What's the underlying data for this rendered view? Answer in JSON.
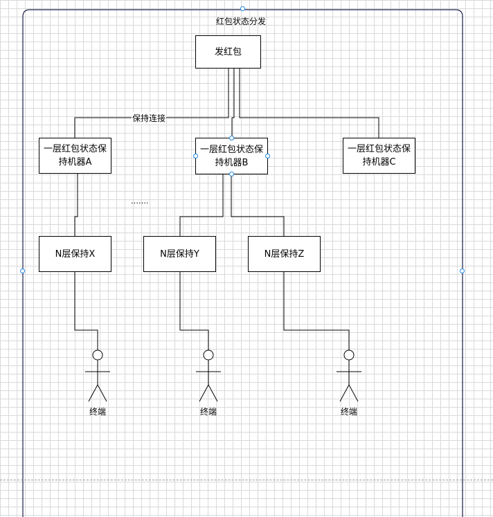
{
  "container": {
    "title": "红包状态分发"
  },
  "nodes": {
    "send": "发红包",
    "holder_a": "一层红包状态保持机器A",
    "holder_b": "一层红包状态保持机器B",
    "holder_c": "一层红包状态保持机器C",
    "n_x": "N层保持X",
    "n_y": "N层保持Y",
    "n_z": "N层保持Z"
  },
  "labels": {
    "keep_connection": "保持连接",
    "ellipsis": "……."
  },
  "actors": [
    "终端",
    "终端",
    "终端"
  ],
  "colors": {
    "line": "#000000",
    "selection": "#1e88e5",
    "grid": "#d9d9d9",
    "container_border": "#1a1f4a"
  }
}
